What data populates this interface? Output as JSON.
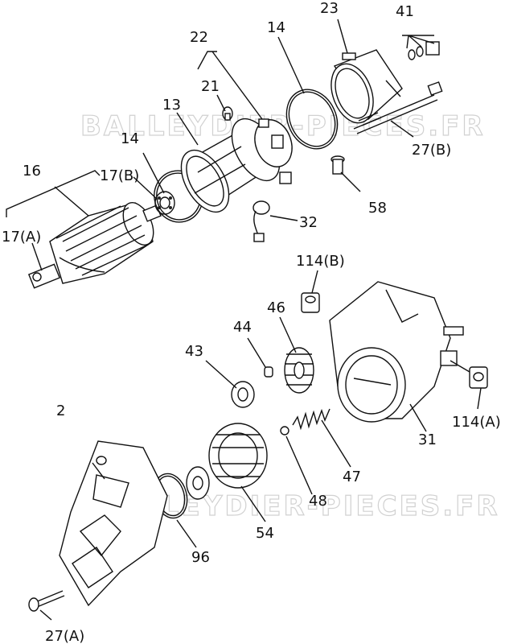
{
  "watermarks": [
    "BALLEYDIER-PIECES.FR",
    "BALLEYDIER-PIECES.FR"
  ],
  "labels": {
    "p2": "2",
    "p13": "13",
    "p14a": "14",
    "p14b": "14",
    "p16": "16",
    "p17a": "17(A)",
    "p17b": "17(B)",
    "p21": "21",
    "p22": "22",
    "p23": "23",
    "p27a": "27(A)",
    "p27b": "27(B)",
    "p31": "31",
    "p32": "32",
    "p41": "41",
    "p43": "43",
    "p44": "44",
    "p46": "46",
    "p47": "47",
    "p48": "48",
    "p54": "54",
    "p58": "58",
    "p96": "96",
    "p114a": "114(A)",
    "p114b": "114(B)"
  }
}
